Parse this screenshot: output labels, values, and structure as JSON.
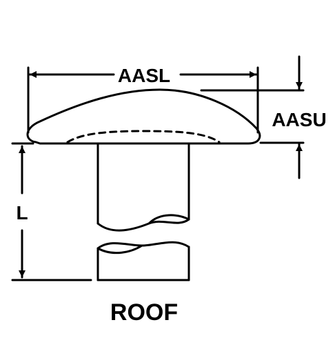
{
  "labels": {
    "head_diameter": "AASL",
    "head_height": "AASU",
    "length": "L",
    "head_style": "ROOF"
  },
  "colors": {
    "line": "#000000",
    "background": "#ffffff"
  }
}
